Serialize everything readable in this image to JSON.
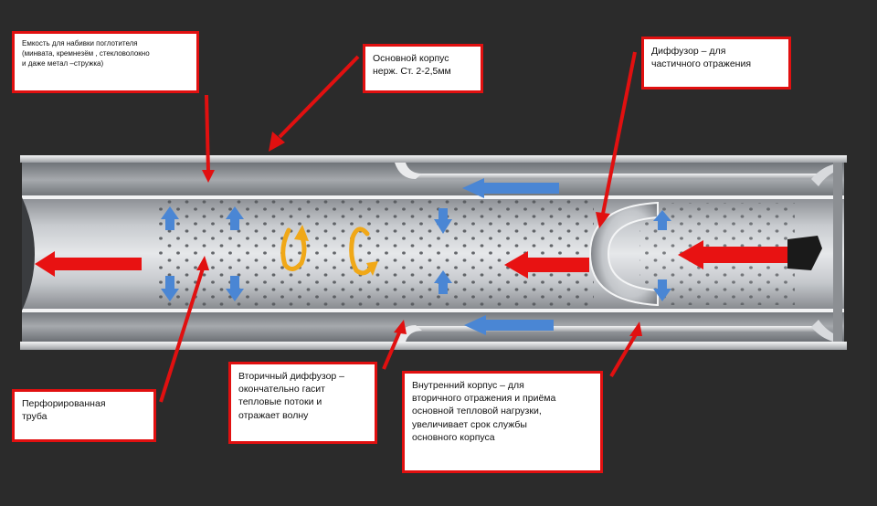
{
  "colors": {
    "background": "#2b2b2b",
    "label_border": "#e11010",
    "arrow_red": "#e81212",
    "arrow_blue": "#4a86d4",
    "arrow_orange": "#f0a818",
    "metal": "#b9bcc0"
  },
  "labels": {
    "absorber_chamber": [
      "Емкость для набивки поглотителя",
      "(минвата, кремнезём , стекловолокно",
      "и даже метал –стружка)"
    ],
    "main_body": [
      "Основной корпус",
      "нерж. Ст. 2-2,5мм"
    ],
    "diffuser": [
      "Диффузор – для",
      "частичного отражения"
    ],
    "perforated_pipe": [
      "Перфорированная",
      "труба"
    ],
    "secondary_diffuser": [
      "Вторичный диффузор –",
      "окончательно гасит",
      "тепловые потоки и",
      "отражает волну"
    ],
    "inner_body": [
      "Внутренний корпус – для",
      "вторичного отражения и  приёма",
      "ocновной  тепловой нагрузки,",
      "увеличивает срок службы",
      "основного корпуса"
    ]
  }
}
